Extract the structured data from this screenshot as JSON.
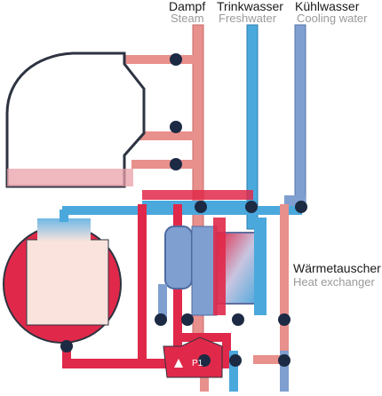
{
  "labels": {
    "steam_de": "Dampf",
    "steam_en": "Steam",
    "freshwater_de": "Trinkwasser",
    "freshwater_en": "Freshwater",
    "cooling_de": "Kühlwasser",
    "cooling_en": "Cooling water",
    "hx_de": "Wärmetauscher",
    "hx_en": "Heat exchanger",
    "pump": "P1"
  },
  "colors": {
    "steam_pipe": "#e8908c",
    "fresh_pipe": "#4aa8dc",
    "cooling_pipe": "#7f9fd0",
    "hot_loop": "#e0294a",
    "valve": "#1c2a44",
    "vessel_outline": "#2d3340",
    "product_fill": "#f9e3dc"
  },
  "icons": [
    "valve-icon",
    "flow-arrow-icon",
    "pump-icon",
    "vessel-icon",
    "heat-exchanger-icon",
    "tank-icon"
  ]
}
